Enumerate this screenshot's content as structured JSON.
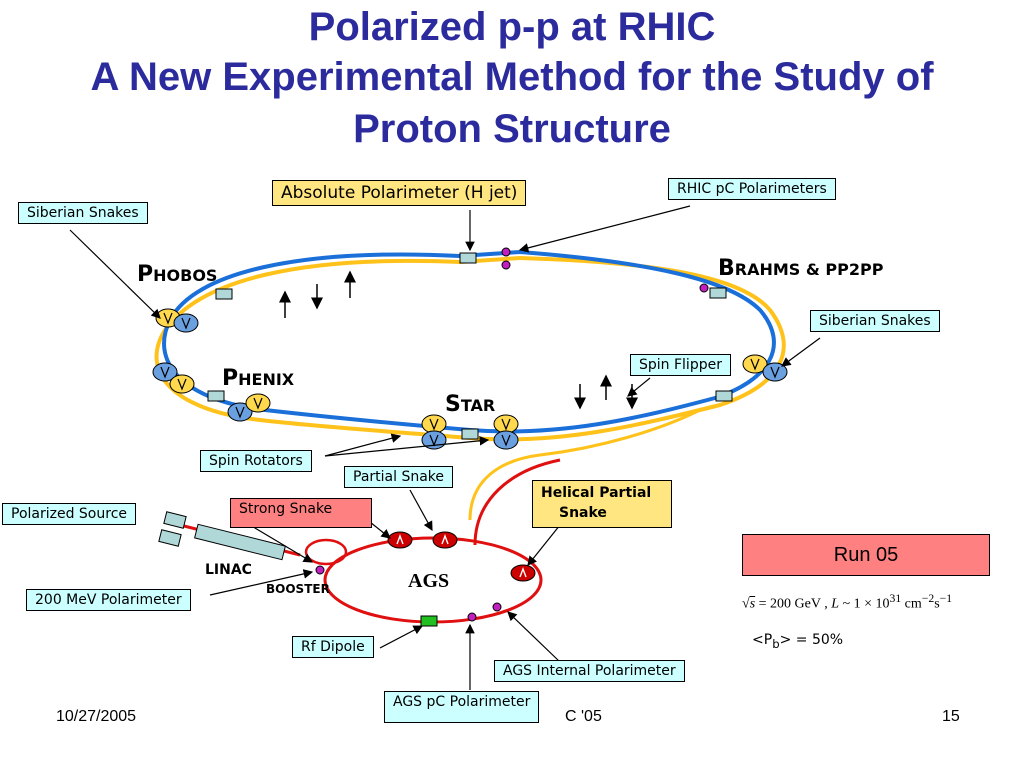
{
  "title": {
    "line1": "Polarized p-p at RHIC",
    "line2": "A New Experimental Method for the Study of",
    "line3": "Proton Structure"
  },
  "boxes": {
    "absolute_polarimeter": "Absolute Polarimeter (H jet)",
    "rhic_pc_polarimeters": "RHIC pC Polarimeters",
    "siberian_snakes_left": "Siberian Snakes",
    "siberian_snakes_right": "Siberian Snakes",
    "spin_flipper": "Spin Flipper",
    "spin_rotators": "Spin Rotators",
    "partial_snake": "Partial Snake",
    "helical_partial_snake_1": "Helical Partial",
    "helical_partial_snake_2": "Snake",
    "polarized_source": "Polarized Source",
    "strong_snake": "Strong Snake",
    "mev_polarimeter": "200 MeV Polarimeter",
    "rf_dipole": "Rf Dipole",
    "ags_internal_polarimeter": "AGS Internal Polarimeter",
    "ags_pc_polarimeter": "AGS pC Polarimeter",
    "run": "Run 05"
  },
  "experiments": {
    "phobos_initial": "P",
    "phobos_rest": "HOBOS",
    "brahms_initial": "B",
    "brahms_rest": "RAHMS & PP2PP",
    "phenix_initial": "P",
    "phenix_rest": "HENIX",
    "star_initial": "S",
    "star_rest": "TAR"
  },
  "labels": {
    "linac": "LINAC",
    "booster": "BOOSTER",
    "ags": "AGS",
    "sqrt": "√",
    "s": "s",
    "eq": "=",
    "energy": "200  GeV ,",
    "L": "L",
    "lumi": "~  1 × 10",
    "exp31": "31",
    "cm": "cm",
    "expm2": "−2",
    "s2": "s",
    "expm1": "−1",
    "pb_prefix": "<P",
    "pb_sub": "b",
    "pb_suffix": "> = 50%"
  },
  "footer": {
    "date": "10/27/2005",
    "center": "C '05",
    "page": "15"
  },
  "colors": {
    "title": "#2b2b9e",
    "blue_ring": "#1a6fd8",
    "yellow_ring": "#ffc21a",
    "red_line": "#e01010",
    "snake_yellow": "#ffd84d",
    "snake_blue": "#6aa0e0",
    "magnet_red": "#cc0000"
  }
}
